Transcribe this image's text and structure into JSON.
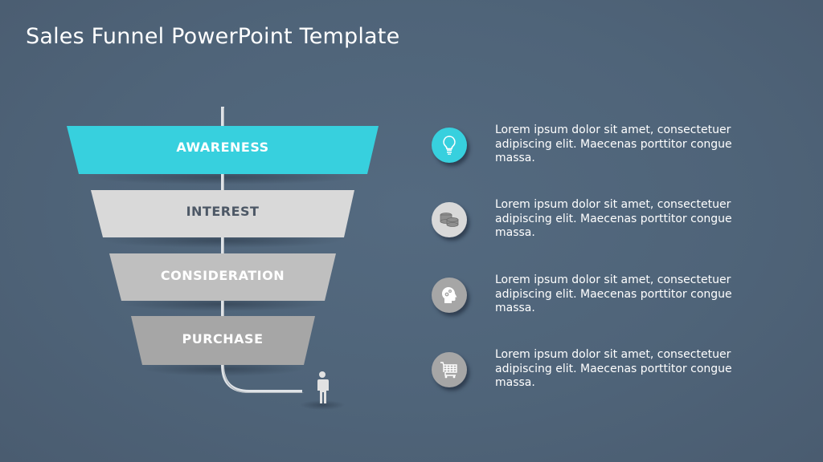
{
  "slide": {
    "title": "Sales Funnel PowerPoint Template",
    "background": "#4f6479"
  },
  "funnel": {
    "stages": [
      {
        "label": "AWARENESS",
        "fill": "#37d0de",
        "text_color": "#ffffff"
      },
      {
        "label": "INTEREST",
        "fill": "#d9d9d9",
        "text_color": "#4d5866"
      },
      {
        "label": "CONSIDERATION",
        "fill": "#bfbfbf",
        "text_color": "#ffffff"
      },
      {
        "label": "PURCHASE",
        "fill": "#a6a6a6",
        "text_color": "#ffffff"
      }
    ],
    "end_icon": "person-icon"
  },
  "items": [
    {
      "icon": "lightbulb-icon",
      "circle_color": "#37d0de",
      "text": "Lorem ipsum dolor sit amet, consectetuer adipiscing elit. Maecenas porttitor congue massa."
    },
    {
      "icon": "coins-icon",
      "circle_color": "#d9d9d9",
      "text": "Lorem ipsum dolor sit amet, consectetuer adipiscing elit. Maecenas porttitor congue massa."
    },
    {
      "icon": "head-gears-icon",
      "circle_color": "#a6a6a6",
      "text": "Lorem ipsum dolor sit amet, consectetuer adipiscing elit. Maecenas porttitor congue massa."
    },
    {
      "icon": "shopping-cart-icon",
      "circle_color": "#a6a6a6",
      "text": "Lorem ipsum dolor sit amet, consectetuer adipiscing elit. Maecenas porttitor congue massa."
    }
  ]
}
